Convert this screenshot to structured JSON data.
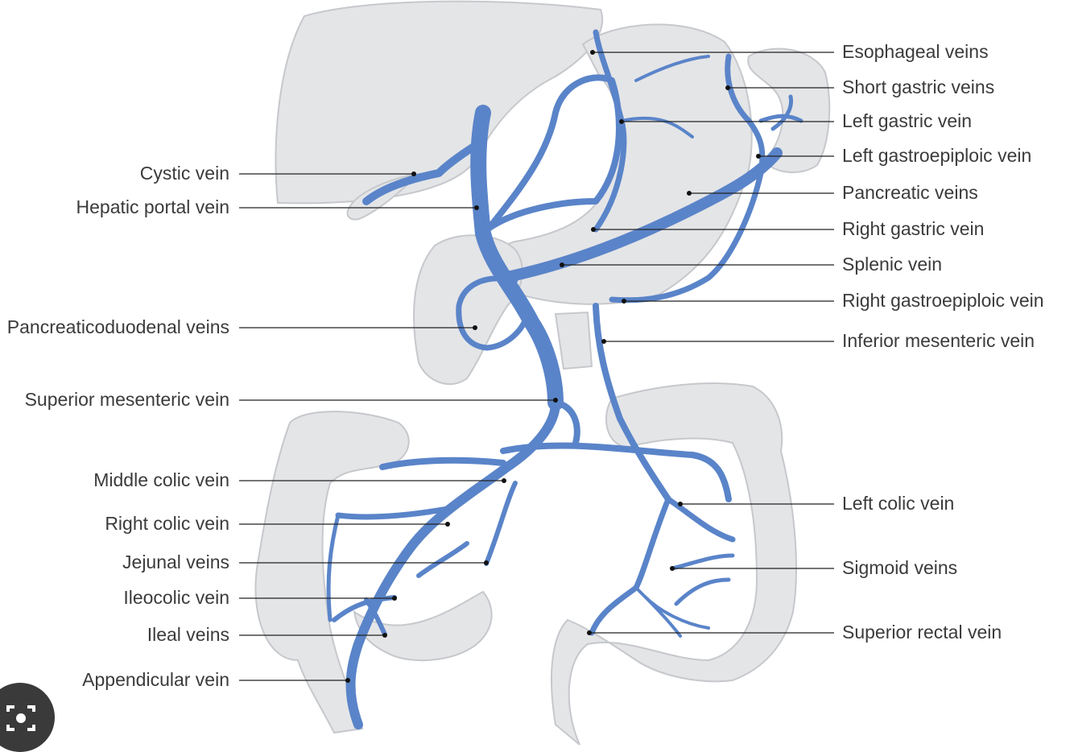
{
  "labels_left": [
    {
      "id": "cystic",
      "text": "Cystic vein"
    },
    {
      "id": "hepatic-portal",
      "text": "Hepatic portal vein"
    },
    {
      "id": "pancreaticoduodenal",
      "text": "Pancreaticoduodenal veins"
    },
    {
      "id": "superior-mesenteric",
      "text": "Superior mesenteric vein"
    },
    {
      "id": "middle-colic",
      "text": "Middle colic vein"
    },
    {
      "id": "right-colic",
      "text": "Right colic vein"
    },
    {
      "id": "jejunal",
      "text": "Jejunal veins"
    },
    {
      "id": "ileocolic",
      "text": "Ileocolic vein"
    },
    {
      "id": "ileal",
      "text": "Ileal veins"
    },
    {
      "id": "appendicular",
      "text": "Appendicular vein"
    }
  ],
  "labels_right": [
    {
      "id": "esophageal",
      "text": "Esophageal veins"
    },
    {
      "id": "short-gastric",
      "text": "Short gastric veins"
    },
    {
      "id": "left-gastric",
      "text": "Left gastric vein"
    },
    {
      "id": "left-gastroepiploic",
      "text": "Left gastroepiploic vein"
    },
    {
      "id": "pancreatic",
      "text": "Pancreatic veins"
    },
    {
      "id": "right-gastric",
      "text": "Right gastric vein"
    },
    {
      "id": "splenic",
      "text": "Splenic vein"
    },
    {
      "id": "right-gastroepiploic",
      "text": "Right gastroepiploic vein"
    },
    {
      "id": "inferior-mesenteric",
      "text": "Inferior mesenteric vein"
    },
    {
      "id": "left-colic",
      "text": "Left colic vein"
    },
    {
      "id": "sigmoid",
      "text": "Sigmoid veins"
    },
    {
      "id": "superior-rectal",
      "text": "Superior rectal vein"
    }
  ],
  "colors": {
    "vein": "#5a84c9",
    "vein_dark": "#3f68ad",
    "organ_fill": "#e4e5e7",
    "organ_stroke": "#c6c8cc",
    "leader": "#222222",
    "text": "#3b3b3b"
  },
  "icons": {
    "lens": "image-search-icon"
  }
}
